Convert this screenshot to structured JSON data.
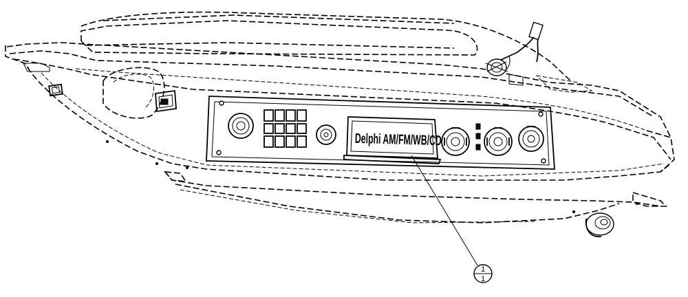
{
  "diagram": {
    "radio_label": "Delphi AM/FM/WB/CD",
    "callout": {
      "top": "1",
      "bottom": "1"
    }
  }
}
